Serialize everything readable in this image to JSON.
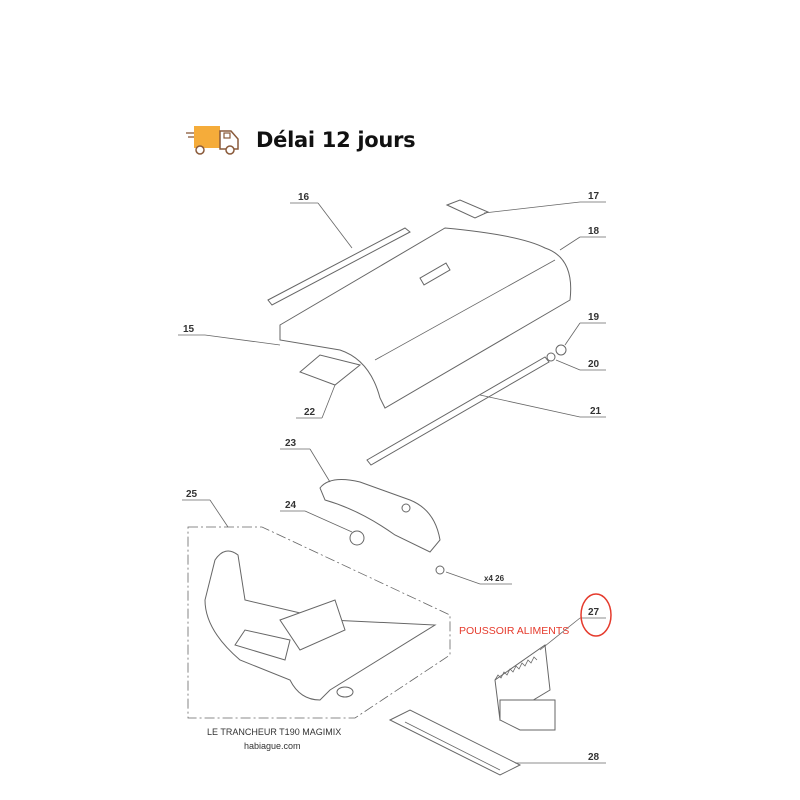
{
  "banner": {
    "icon": "delivery-truck-icon",
    "text": "Délai 12 jours",
    "truck_color": "#f5ac3a"
  },
  "diagram": {
    "parts": {
      "p15": "15",
      "p16": "16",
      "p17": "17",
      "p18": "18",
      "p19": "19",
      "p20": "20",
      "p21": "21",
      "p22": "22",
      "p23": "23",
      "p24": "24",
      "p25": "25",
      "p26": "x4 26",
      "p27": "27",
      "p28": "28"
    },
    "highlight_label": "POUSSOIR ALIMENTS",
    "highlight_color": "#e53a2c",
    "caption": "LE TRANCHEUR T190 MAGIMIX",
    "website": "habiague.com"
  }
}
